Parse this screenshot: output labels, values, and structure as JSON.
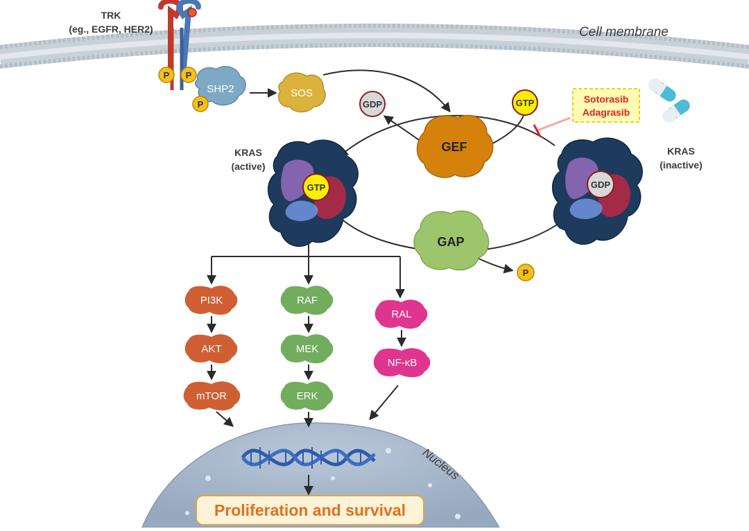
{
  "labels": {
    "trk_title": "TRK",
    "trk_examples": "(eg., EGFR, HER2)",
    "cell_membrane": "Cell membrane",
    "nucleus": "Nucleus",
    "kras_active_name": "KRAS",
    "kras_active_state": "(active)",
    "kras_inactive_name": "KRAS",
    "kras_inactive_state": "(inactive)",
    "drug_1": "Sotorasib",
    "drug_2": "Adagrasib",
    "outcome": "Proliferation and survival"
  },
  "proteins": {
    "shp2": "SHP2",
    "sos": "SOS",
    "gef": "GEF",
    "gap": "GAP"
  },
  "nucleotides": {
    "gdp_released": "GDP",
    "gtp_loaded": "GTP",
    "gtp_active": "GTP",
    "gdp_inactive": "GDP"
  },
  "phosphates": {
    "p_label": "P"
  },
  "pathways": [
    {
      "name": "pi3k",
      "color": "#cf5f33",
      "steps": [
        "PI3K",
        "AKT",
        "mTOR"
      ]
    },
    {
      "name": "raf",
      "color": "#72ad5e",
      "steps": [
        "RAF",
        "MEK",
        "ERK"
      ]
    },
    {
      "name": "ral",
      "color": "#e0358f",
      "steps": [
        "RAL",
        "NF-κB"
      ]
    }
  ],
  "colors": {
    "kras_body": "#1e3b5e",
    "gef": "#d4820c",
    "gap": "#9cc56c",
    "sos": "#dbb23c",
    "shp2": "#7ea9c4",
    "gtp": "#ffee00",
    "gdp": "#d8d8d8",
    "phosphate": "#f6c019",
    "inhibitor": "#e52020",
    "outcome_text": "#e07020"
  }
}
